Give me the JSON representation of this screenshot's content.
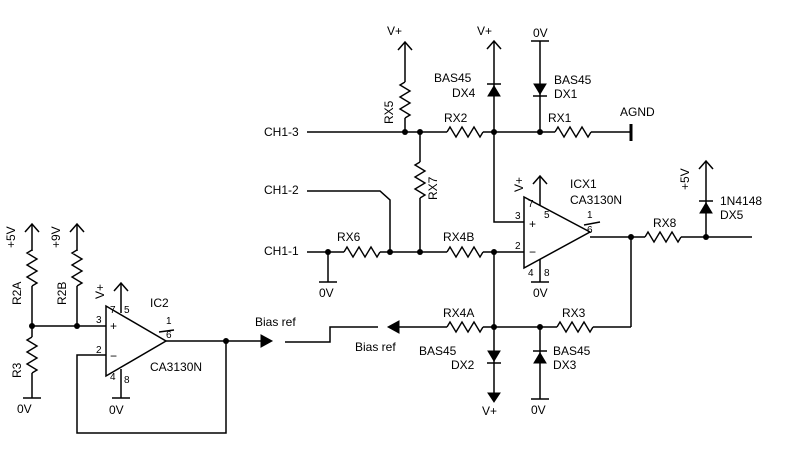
{
  "labels": {
    "ch1_3": "CH1-3",
    "ch1_2": "CH1-2",
    "ch1_1": "CH1-1",
    "vplus": "V+",
    "zero_v": "0V",
    "plus5v": "+5V",
    "plus9v": "+9V",
    "agnd": "AGND",
    "bias_ref": "Bias ref",
    "r2a": "R2A",
    "r2b": "R2B",
    "r3": "R3",
    "rx1": "RX1",
    "rx2": "RX2",
    "rx3": "RX3",
    "rx4a": "RX4A",
    "rx4b": "RX4B",
    "rx5": "RX5",
    "rx6": "RX6",
    "rx7": "RX7",
    "rx8": "RX8",
    "bas45": "BAS45",
    "dx1": "DX1",
    "dx2": "DX2",
    "dx3": "DX3",
    "dx4": "DX4",
    "dx5": "DX5",
    "d1n4148": "1N4148",
    "icx1": "ICX1",
    "ic2": "IC2",
    "ca3130n": "CA3130N",
    "plus": "+",
    "minus": "−",
    "pin1": "1",
    "pin2": "2",
    "pin3": "3",
    "pin4": "4",
    "pin5": "5",
    "pin6": "6",
    "pin7": "7",
    "pin8": "8"
  }
}
